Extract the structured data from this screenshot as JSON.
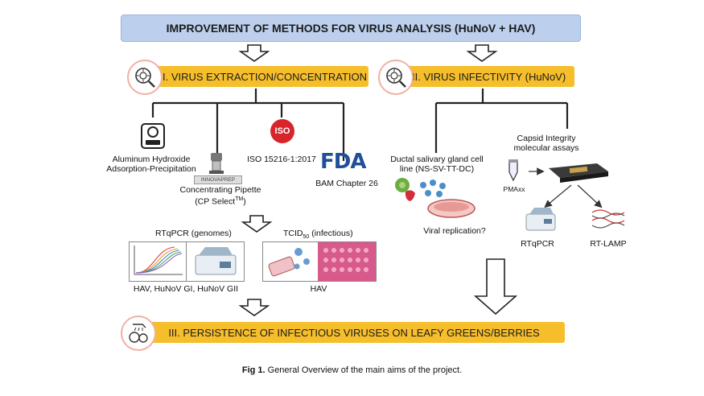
{
  "title": "IMPROVEMENT OF METHODS FOR VIRUS ANALYSIS (HuNoV + HAV)",
  "section1": {
    "label": "I. VIRUS EXTRACTION/CONCENTRATION",
    "items": {
      "aluminum": "Aluminum Hydroxide Adsorption-Precipitation",
      "innova_tag": "INNOVAPREP",
      "pipette": "Concentrating Pipette (CP Select",
      "pipette_tm": "TM",
      "pipette_end": ")",
      "iso_logo": "ISO",
      "iso": "ISO 15216-1:2017",
      "fda_logo": "FDA",
      "bam": "BAM Chapter 26"
    }
  },
  "section2": {
    "label": "II. VIRUS INFECTIVITY (HuNoV)",
    "cell_line": "Ductal salivary gland cell line (NS-SV-TT-DC)",
    "replication": "Viral replication?",
    "capsid": "Capsid Integrity molecular assays",
    "pmaxx": "PMAxx",
    "rtqpcr": "RTqPCR",
    "rtlamp": "RT-LAMP"
  },
  "methods": {
    "rtqpcr_title": "RTqPCR (genomes)",
    "rtqpcr_targets": "HAV, HuNoV GI, HuNoV GII",
    "tcid_prefix": "TCID",
    "tcid_sub": "50",
    "tcid_suffix": " (infectious)",
    "tcid_target": "HAV"
  },
  "section3": {
    "label": "III. PERSISTENCE OF INFECTIOUS VIRUSES ON LEAFY GREENS/BERRIES"
  },
  "caption": {
    "bold": "Fig 1.",
    "text": " General Overview of the main aims of the project."
  },
  "colors": {
    "title_bg": "#bcd0ee",
    "bar": "#f5be2a",
    "icon_ring": "#f1b0a4",
    "iso_red": "#d6252b",
    "fda_blue": "#1f4e9a"
  }
}
